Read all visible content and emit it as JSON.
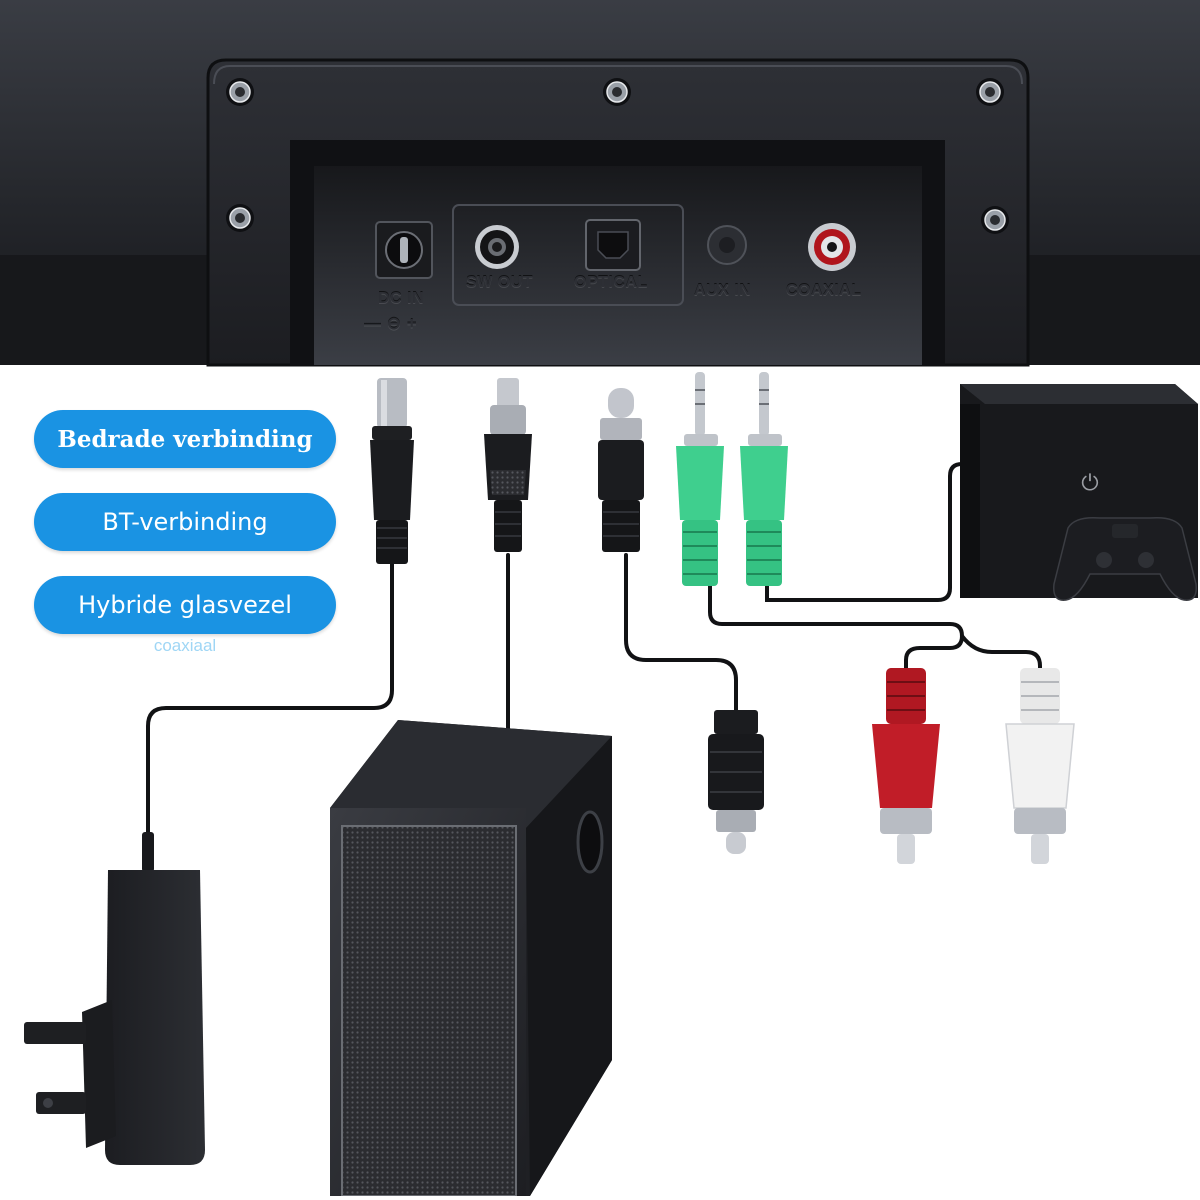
{
  "badges": {
    "wired": "Bedrade verbinding",
    "bt": "BT-verbinding",
    "hybrid": "Hybride glasvezel",
    "hybrid_sub": "coaxiaal"
  },
  "ports": {
    "dc_in": "DC IN",
    "dc_polarity": "— ⊖ +",
    "sw_out": "SW OUT",
    "optical": "OPTICAL",
    "aux_in": "AUX IN",
    "coaxial": "COAXIAL"
  },
  "colors": {
    "badge": "#1a93e3",
    "rca_red": "#b01822",
    "rca_white": "#e8e8e8",
    "jack_green": "#3fcf8e"
  }
}
